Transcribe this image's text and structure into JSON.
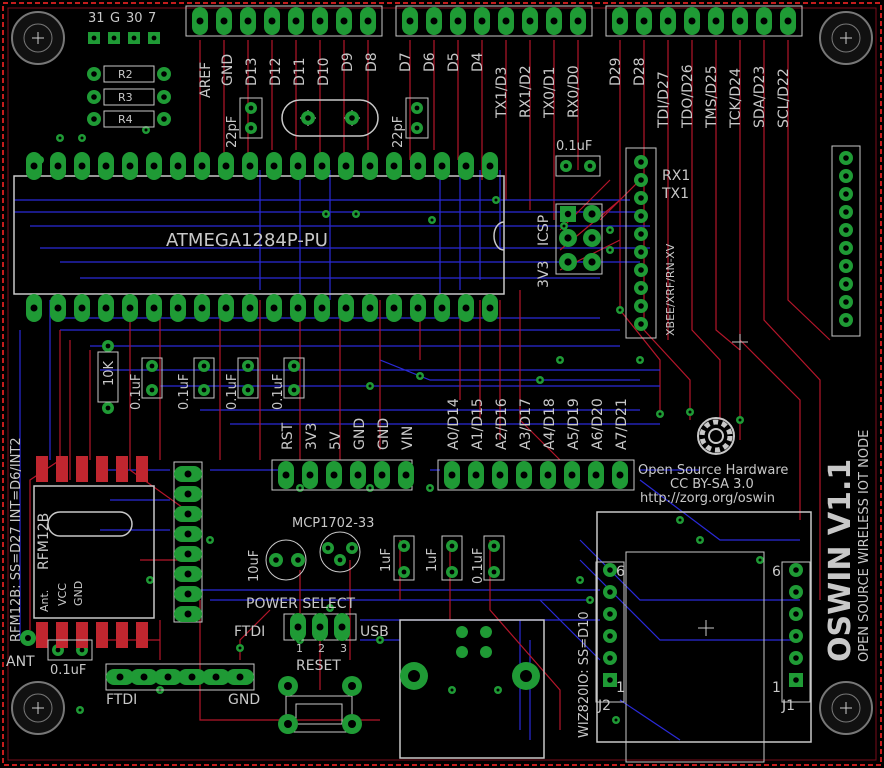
{
  "board": {
    "title": "OSWIN V1.1",
    "subtitle": "OPEN SOURCE WIRELESS IOT NODE",
    "oshw_line1": "Open Source Hardware",
    "oshw_line2": "CC BY-SA 3.0",
    "oshw_line3": "http://zorg.org/oswin"
  },
  "top_left_header": [
    "31",
    "G",
    "30",
    "7"
  ],
  "resistors": [
    "R2",
    "R3",
    "R4"
  ],
  "mcu": {
    "label": "ATMEGA1284P-PU"
  },
  "crystal_caps": [
    "22pF",
    "22pF"
  ],
  "header_top_left": [
    "AREF",
    "GND",
    "D13",
    "D12",
    "D11",
    "D10",
    "D9",
    "D8"
  ],
  "header_top_mid": [
    "D7",
    "D6",
    "D5",
    "D4",
    "TX1/D3",
    "RX1/D2",
    "TX0/D1",
    "RX0/D0"
  ],
  "header_top_right": [
    "D29",
    "D28",
    "TDI/D27",
    "TDO/D26",
    "TMS/D25",
    "TCK/D24",
    "SDA/D23",
    "SCL/D22"
  ],
  "icsp": {
    "label": "ICSP",
    "label2": "3V3"
  },
  "xbee": {
    "label": "XBEE/XRF/RN-XV",
    "rx": "RX1",
    "tx": "TX1",
    "cap": "0.1uF"
  },
  "decoupling_caps": [
    "10K",
    "0.1uF",
    "0.1uF",
    "0.1uF",
    "0.1uF"
  ],
  "power_header": [
    "RST",
    "3V3",
    "5V",
    "GND",
    "GND",
    "VIN"
  ],
  "analog_header": [
    "A0/D14",
    "A1/D15",
    "A2/D16",
    "A3/D17",
    "A4/D18",
    "A5/D19",
    "A6/D20",
    "A7/D21"
  ],
  "rfm": {
    "module": "RFM12B",
    "side_label": "RFM12B: SS=D27 INT=D6/INT2",
    "pins": [
      "Ant.",
      "VCC",
      "GND"
    ],
    "ant_label": "ANT",
    "cap": "0.1uF"
  },
  "regulator": {
    "label": "MCP1702-33",
    "cap_big": "10uF",
    "caps": [
      "1uF",
      "1uF",
      "0.1uF"
    ]
  },
  "power_select": {
    "label": "POWER SELECT",
    "left": "FTDI",
    "right": "USB",
    "pins": [
      "1",
      "2",
      "3"
    ],
    "reset": "RESET"
  },
  "ftdi": {
    "left": "FTDI",
    "right": "GND"
  },
  "wiz": {
    "side": "WIZ820IO: SS=D10",
    "j2": "J2",
    "j1": "J1",
    "pin6a": "6",
    "pin1a": "1",
    "pin6b": "6",
    "pin1b": "1"
  },
  "colors": {
    "background": "#000000",
    "pad": "#1f9a35",
    "top_trace": "#b4162a",
    "bottom_trace": "#2a2ad8",
    "silk": "#c8c8c8",
    "outline": "#c61c1c"
  }
}
